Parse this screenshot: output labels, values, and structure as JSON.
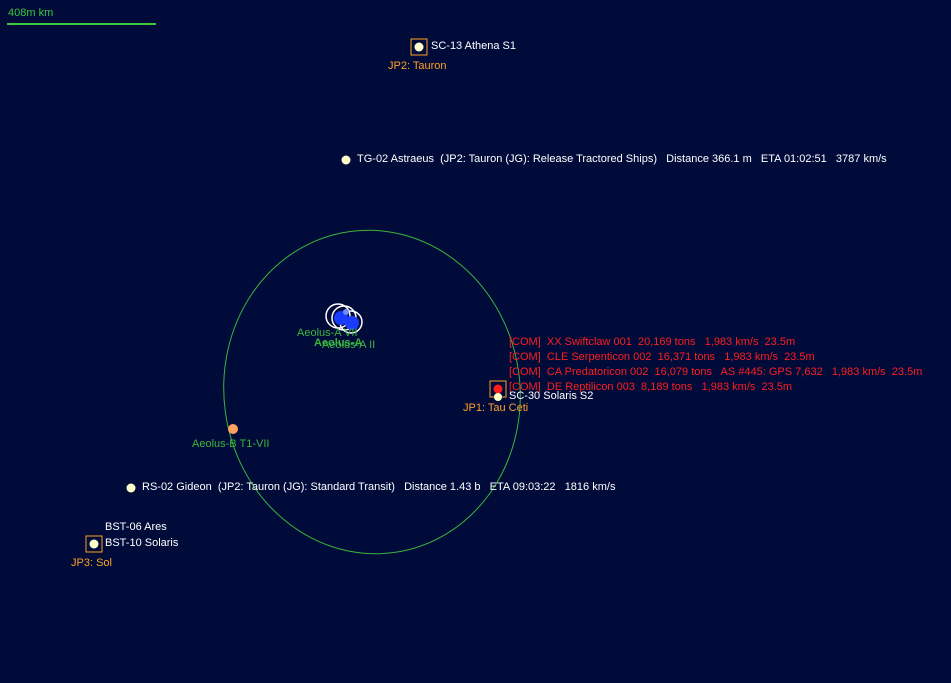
{
  "colors": {
    "background": "#000b3a",
    "orbit": "#3cb43c",
    "ship": "#ffffcc",
    "jump_point": "#ffa028",
    "hostile": "#ff1e1e",
    "planet_label": "#3cb43c"
  },
  "scale": {
    "label": "408m km"
  },
  "jump_points": [
    {
      "name": "JP2: Tauron",
      "station": "SC-13 Athena S1"
    },
    {
      "name": "JP1: Tau Ceti",
      "station": "SC-30 Solaris S2"
    },
    {
      "name": "JP3: Sol",
      "station": "BST-10 Solaris",
      "station2": "BST-06 Ares"
    }
  ],
  "fleets": [
    {
      "text": "TG-02 Astraeus  (JP2: Tauron (JG): Release Tractored Ships)   Distance 366.1 m   ETA 01:02:51   3787 km/s"
    },
    {
      "text": "RS-02 Gideon  (JP2: Tauron (JG): Standard Transit)   Distance 1.43 b   ETA 09:03:22   1816 km/s"
    }
  ],
  "contacts": [
    "[COM]  XX Swiftclaw 001  20,169 tons   1,983 km/s  23.5m",
    "[COM]  CLE Serpenticon 002  16,371 tons   1,983 km/s  23.5m",
    "[COM]  CA Predatoricon 002  16,079 tons   AS #445: GPS 7,632   1,983 km/s  23.5m",
    "[COM]  DE Reptilicon 003  8,189 tons   1,983 km/s  23.5m"
  ],
  "bodies": {
    "planet_cluster_labels": [
      "Aeolus-A VII",
      "Aeolus-A",
      "Aeolus-A II"
    ],
    "outer_body": "Aeolus-B T1-VII"
  }
}
